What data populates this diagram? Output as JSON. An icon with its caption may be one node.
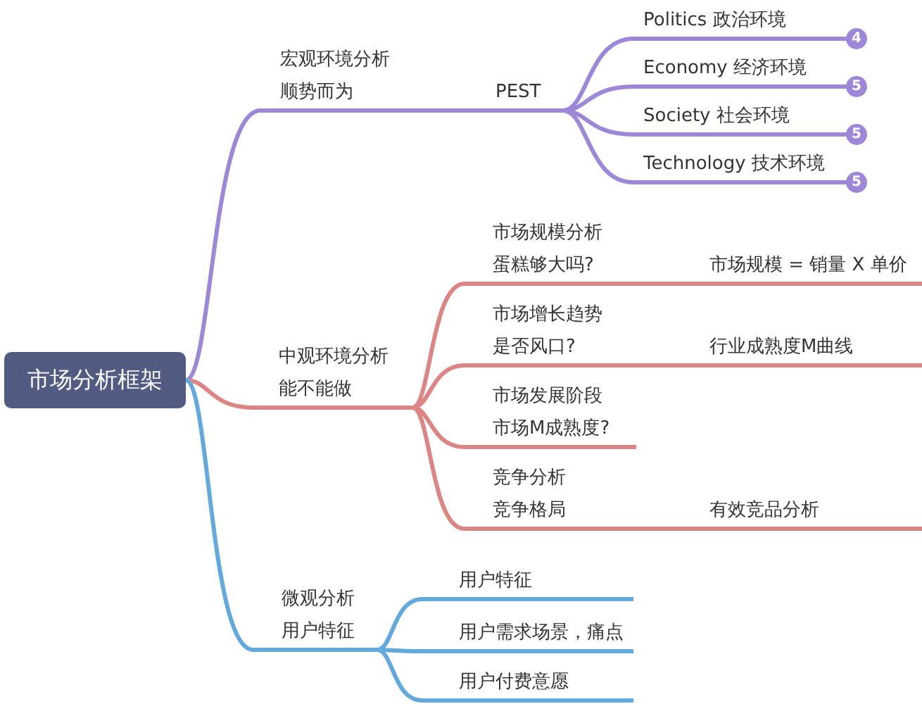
{
  "diagram": {
    "nodes": [
      {
        "text": [
          "市场分析框架"
        ]
      },
      {
        "text": [
          "宏观环境分析",
          "顺势而为"
        ]
      },
      {
        "text": [
          "PEST"
        ]
      },
      {
        "text": [
          "Politics 政治环境"
        ],
        "beside": [
          "4"
        ]
      },
      {
        "text": [
          "Economy 经济环境"
        ],
        "beside": [
          "5"
        ]
      },
      {
        "text": [
          "Society 社会环境"
        ],
        "beside": [
          "5"
        ]
      },
      {
        "text": [
          "Technology 技术环境"
        ],
        "beside": [
          "5"
        ]
      },
      {
        "text": [
          "中观环境分析",
          "能不能做"
        ]
      },
      {
        "text": [
          "市场规模分析",
          "蛋糕够大吗?"
        ]
      },
      {
        "text": [
          "市场规模 = 销量 X 单价"
        ]
      },
      {
        "text": [
          "市场增长趋势",
          "是否风口?"
        ]
      },
      {
        "text": [
          "行业成熟度M曲线"
        ]
      },
      {
        "text": [
          "市场发展阶段",
          "市场M成熟度?"
        ]
      },
      {
        "text": [
          "竞争分析",
          "竞争格局"
        ]
      },
      {
        "text": [
          "有效竞品分析"
        ]
      },
      {
        "text": [
          "微观分析",
          "用户特征"
        ]
      },
      {
        "text": [
          "用户特征"
        ]
      },
      {
        "text": [
          "用户需求场景，痛点"
        ]
      },
      {
        "text": [
          "用户付费意愿"
        ]
      }
    ],
    "edges": [
      {
        "from": 0,
        "to": 1,
        "arrow": "none",
        "color": "#9d88d8"
      },
      {
        "from": 1,
        "to": 2,
        "arrow": "none",
        "color": "#9d88d8"
      },
      {
        "from": 2,
        "to": 3,
        "arrow": "none",
        "color": "#9d88d8"
      },
      {
        "from": 2,
        "to": 4,
        "arrow": "none",
        "color": "#9d88d8"
      },
      {
        "from": 2,
        "to": 5,
        "arrow": "none",
        "color": "#9d88d8"
      },
      {
        "from": 2,
        "to": 6,
        "arrow": "none",
        "color": "#9d88d8"
      },
      {
        "from": 0,
        "to": 7,
        "arrow": "none",
        "color": "#dc8585"
      },
      {
        "from": 7,
        "to": 8,
        "arrow": "none",
        "color": "#dc8585"
      },
      {
        "from": 8,
        "to": 9,
        "arrow": "none",
        "color": "#dc8585"
      },
      {
        "from": 7,
        "to": 10,
        "arrow": "none",
        "color": "#dc8585"
      },
      {
        "from": 10,
        "to": 11,
        "arrow": "none",
        "color": "#dc8585"
      },
      {
        "from": 7,
        "to": 12,
        "arrow": "none",
        "color": "#dc8585"
      },
      {
        "from": 7,
        "to": 13,
        "arrow": "none",
        "color": "#dc8585"
      },
      {
        "from": 13,
        "to": 14,
        "arrow": "none",
        "color": "#dc8585"
      },
      {
        "from": 0,
        "to": 15,
        "arrow": "none",
        "color": "#64a9dc"
      },
      {
        "from": 15,
        "to": 16,
        "arrow": "none",
        "color": "#64a9dc"
      },
      {
        "from": 15,
        "to": 17,
        "arrow": "none",
        "color": "#64a9dc"
      },
      {
        "from": 15,
        "to": 18,
        "arrow": "none",
        "color": "#64a9dc"
      }
    ]
  }
}
